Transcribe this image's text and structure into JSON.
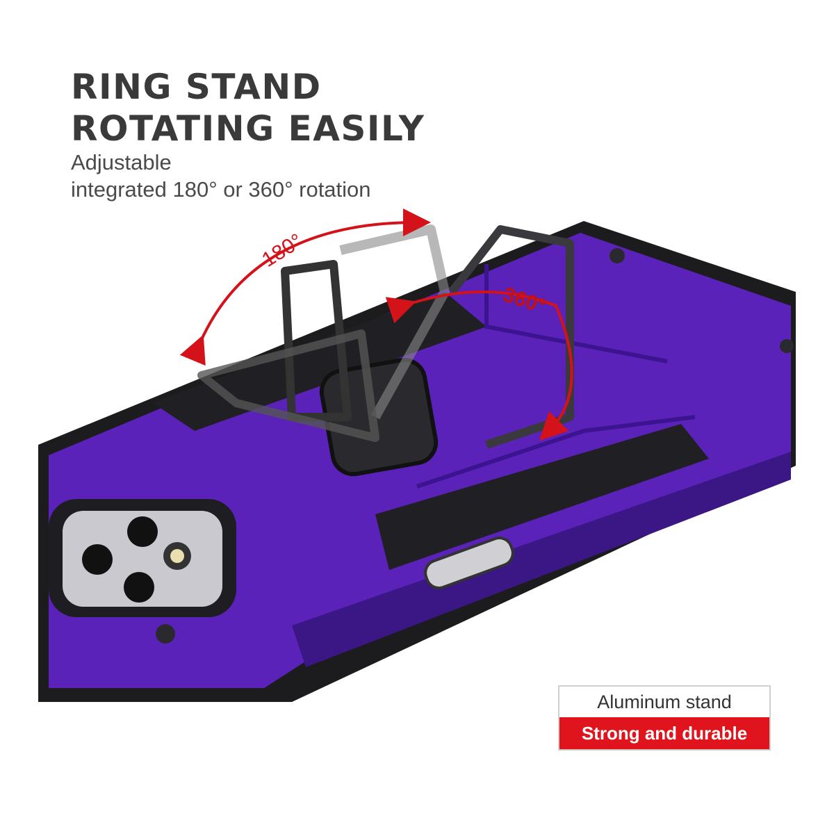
{
  "headline": {
    "line1": "RING STAND",
    "line2": "ROTATING EASILY"
  },
  "subtitle": {
    "line1": "Adjustable",
    "line2": "integrated 180° or 360° rotation"
  },
  "annotations": {
    "angle_a": "180°",
    "angle_b": "360°"
  },
  "badge": {
    "top": "Aluminum stand",
    "bottom": "Strong and durable"
  },
  "colors": {
    "case": "#5a22b8",
    "bumper": "#1c1c1e",
    "accent": "#e0141c",
    "text": "#3a3a3a"
  }
}
